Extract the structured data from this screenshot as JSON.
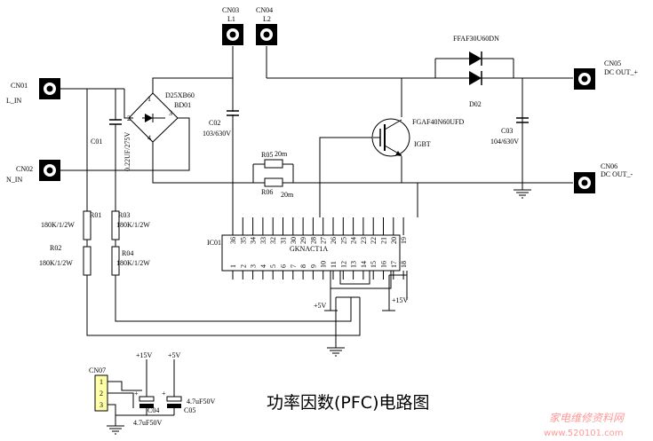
{
  "connectors": {
    "cn01": {
      "ref": "CN01",
      "pin": "L_IN"
    },
    "cn02": {
      "ref": "CN02",
      "pin": "N_IN"
    },
    "cn03": {
      "ref": "CN03",
      "pin": "L1"
    },
    "cn04": {
      "ref": "CN04",
      "pin": "L2"
    },
    "cn05": {
      "ref": "CN05",
      "pin": "DC OUT_+"
    },
    "cn06": {
      "ref": "CN06",
      "pin": "DC OUT_-"
    },
    "cn07": {
      "ref": "CN07",
      "pins": [
        "1",
        "2",
        "3"
      ]
    }
  },
  "components": {
    "c01": {
      "ref": "C01",
      "value": "0.22UF/275V"
    },
    "bridge": {
      "part": "D25XB60",
      "ref": "BD01",
      "pins": [
        "1",
        "2",
        "3",
        "4"
      ]
    },
    "c02": {
      "ref": "C02",
      "value": "103/630V"
    },
    "r05": {
      "ref": "R05",
      "value": "20m"
    },
    "r06": {
      "ref": "R06",
      "value": "20m"
    },
    "diode": {
      "part": "FFAF30U60DN",
      "ref": "D02"
    },
    "igbt": {
      "part": "FGAF40N60UFD",
      "label": "IGBT"
    },
    "c03": {
      "ref": "C03",
      "value": "104/630V"
    },
    "r01": {
      "ref": "R01",
      "value": "180K/1/2W"
    },
    "r02": {
      "ref": "R02",
      "value": "180K/1/2W"
    },
    "r03": {
      "ref": "R03",
      "value": "180K/1/2W"
    },
    "r04": {
      "ref": "R04",
      "value": "180K/1/2W"
    },
    "ic": {
      "ref": "IC01",
      "part": "GKNACT1A",
      "top_pins": [
        "36",
        "35",
        "34",
        "33",
        "32",
        "31",
        "30",
        "29",
        "28",
        "27",
        "26",
        "25",
        "24",
        "23",
        "22",
        "21",
        "20",
        "19"
      ],
      "bottom_pins": [
        "1",
        "2",
        "3",
        "4",
        "5",
        "6",
        "7",
        "8",
        "9",
        "10",
        "11",
        "12",
        "13",
        "14",
        "15",
        "16",
        "17",
        "18"
      ]
    },
    "c04": {
      "ref": "C04",
      "value": "4.7uF50V"
    },
    "c05": {
      "ref": "C05",
      "value": "4.7uF50V"
    }
  },
  "rails": {
    "p5v": "+5V",
    "p15v": "+15V"
  },
  "title": "功率因数(PFC)电路图",
  "watermark": {
    "cn": "家电维修资料网",
    "url": "www.520101.com"
  }
}
